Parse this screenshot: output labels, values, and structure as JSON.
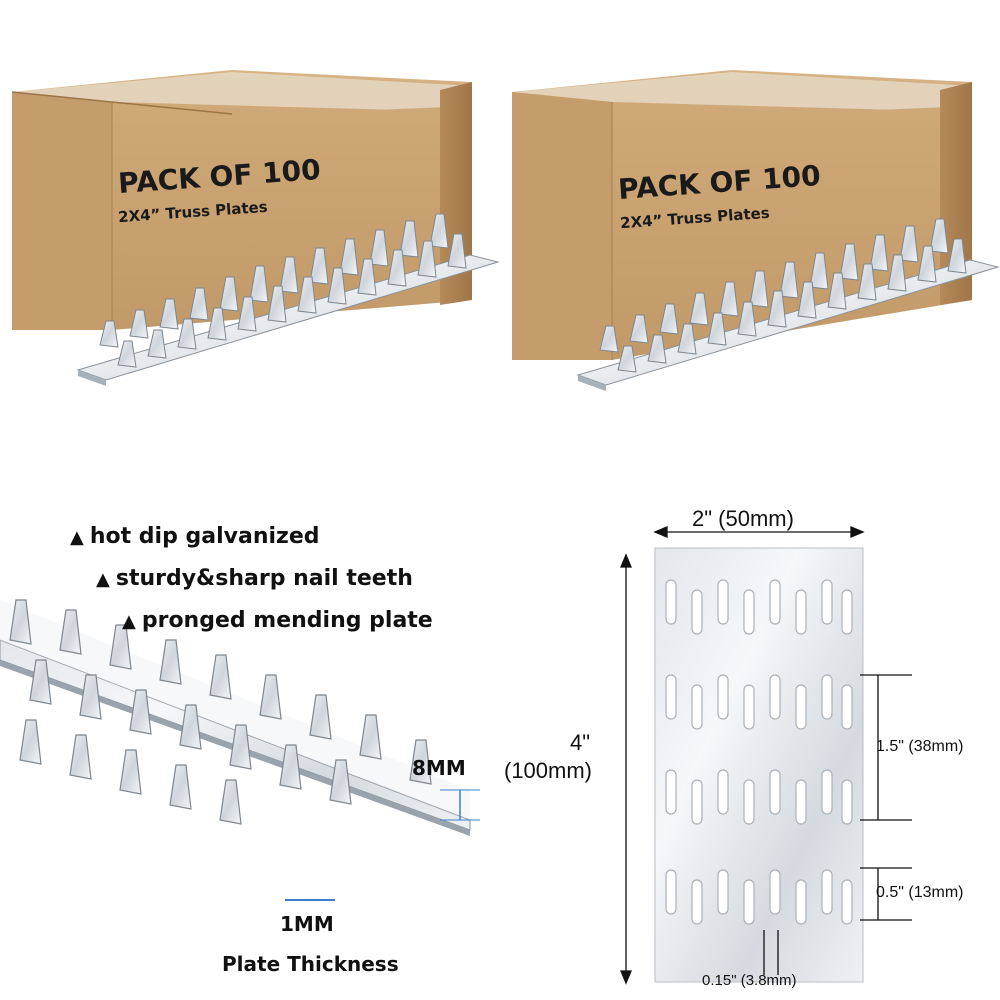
{
  "boxes": [
    {
      "title": "PACK OF 100",
      "subtitle": "2X4” Truss Plates"
    },
    {
      "title": "PACK OF 100",
      "subtitle": "2X4” Truss Plates"
    }
  ],
  "features": [
    "hot dip galvanized",
    "sturdy&sharp nail teeth",
    "pronged mending plate"
  ],
  "bullet_glyph": "▲",
  "tooth_height": "8MM",
  "plate_thickness_value": "1MM",
  "plate_thickness_label": "Plate Thickness",
  "dimensions": {
    "width": "2\" (50mm)",
    "height_line1": "4\"",
    "height_line2": "(100mm)",
    "row_spacing": "1.5\" (38mm)",
    "edge_margin": "0.5\" (13mm)",
    "slot_width_prefix": "0.15\"",
    "slot_width_suffix": "(3.8mm)"
  },
  "colors": {
    "cardboard": "#c9a273",
    "cardboard_dark": "#a47c4f",
    "tape": "#e7dccb",
    "metal": "#d9dee3",
    "metal_dark": "#9aa3ab"
  }
}
